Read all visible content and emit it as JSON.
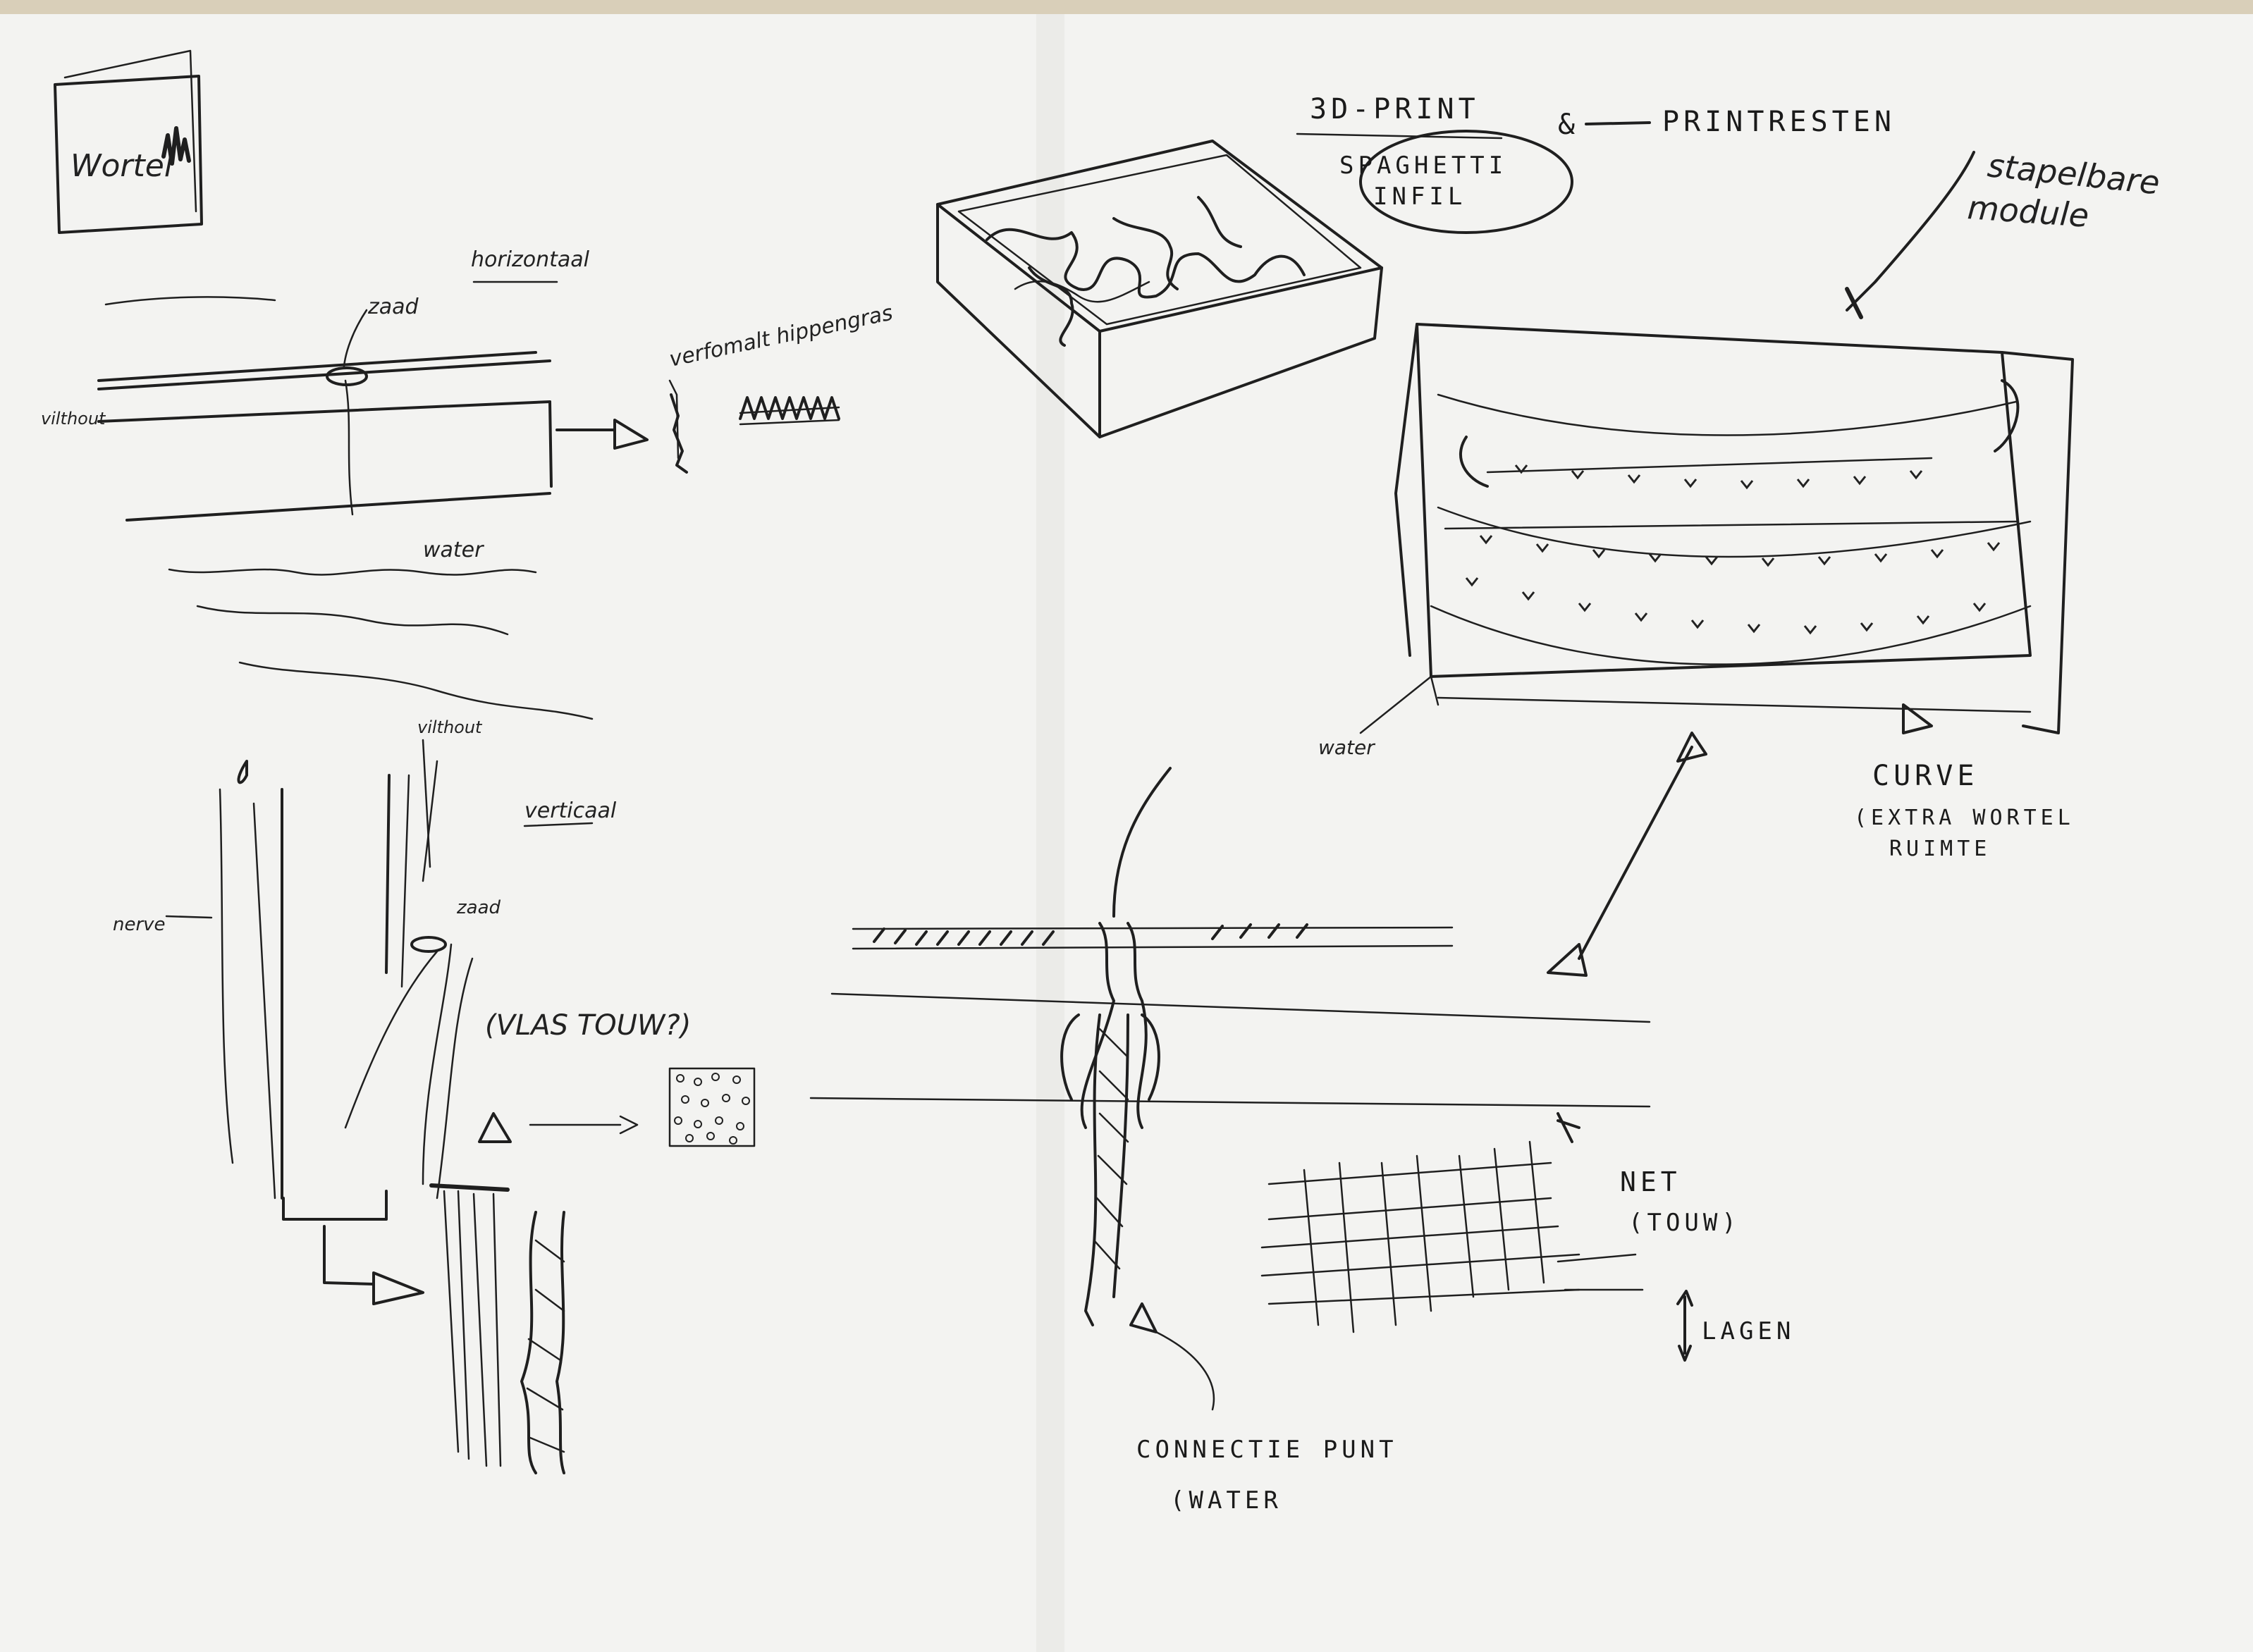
{
  "labels": {
    "wortel": "Wortel",
    "horizontaal": "horizontaal",
    "zaad_top": "zaad",
    "vilt_top": "vilthout",
    "vervilt_hennep": "verfomalt hippengras",
    "water_top": "water",
    "vilt_vert": "vilthout",
    "verticaal": "verticaal",
    "nerve": "nerve",
    "zaad_vert": "zaad",
    "vlas_touw": "(VLAS TOUW?)",
    "print_3d": "3D-PRINT",
    "amp": "&",
    "printresten": "PRINTRESTEN",
    "spaghetti": "SPAGHETTI",
    "infil": "INFIL",
    "stapelbare": "stapelbare",
    "module": "module",
    "water_box": "water",
    "curve": "CURVE",
    "curve_sub1": "(EXTRA WORTEL",
    "curve_sub2": "RUIMTE",
    "net": "NET",
    "net_sub": "(TOUW)",
    "lagen": "LAGEN",
    "connectie": "CONNECTIE PUNT",
    "connectie_sub": "(WATER"
  }
}
